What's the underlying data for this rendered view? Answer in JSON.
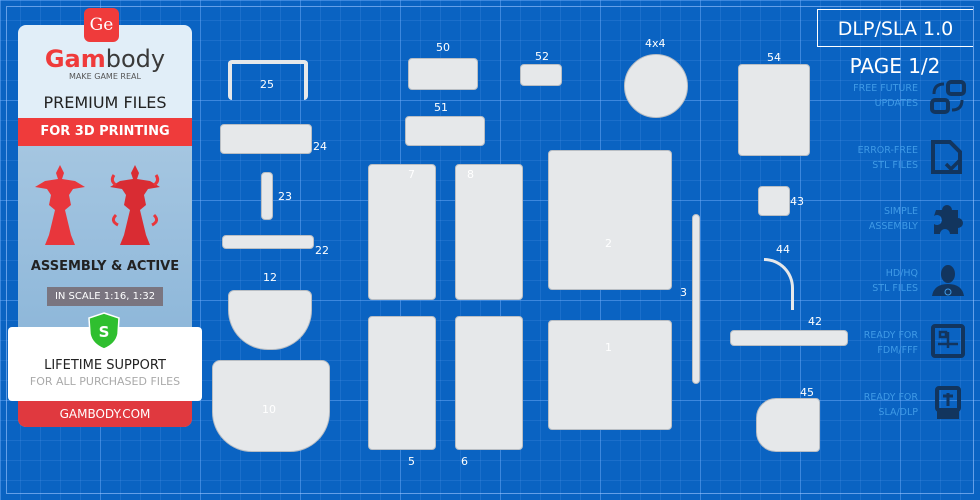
{
  "left_panel": {
    "logo_mark": "Ge",
    "brand_red": "Gam",
    "brand_dark": "body",
    "tagline": "MAKE GAME REAL",
    "premium": "PREMIUM FILES",
    "printing": "FOR 3D PRINTING",
    "assembly": "ASSEMBLY & ACTIVE",
    "scale": "IN SCALE 1:16, 1:32",
    "shield_letter": "S",
    "support_title": "LIFETIME SUPPORT",
    "support_sub": "FOR ALL PURCHASED FILES",
    "website": "GAMBODY.COM"
  },
  "header": {
    "version": "DLP/SLA 1.0",
    "page": "PAGE 1/2"
  },
  "features": [
    {
      "line1": "FREE FUTURE",
      "line2": "UPDATES",
      "icon": "update-icon"
    },
    {
      "line1": "ERROR-FREE",
      "line2": "STL FILES",
      "icon": "file-check-icon"
    },
    {
      "line1": "SIMPLE",
      "line2": "ASSEMBLY",
      "icon": "puzzle-icon"
    },
    {
      "line1": "HD/HQ",
      "line2": "STL FILES",
      "icon": "ironman-icon"
    },
    {
      "line1": "READY FOR",
      "line2": "FDM/FFF",
      "icon": "fdm-printer-icon"
    },
    {
      "line1": "READY FOR",
      "line2": "SLA/DLP",
      "icon": "sla-printer-icon"
    }
  ],
  "part_labels": [
    "25",
    "24",
    "23",
    "22",
    "12",
    "10",
    "50",
    "51",
    "52",
    "4x4",
    "54",
    "7",
    "8",
    "2",
    "3",
    "43",
    "44",
    "42",
    "1",
    "45",
    "5",
    "6"
  ],
  "colors": {
    "background": "#0a63c2",
    "accent_red": "#ef3b3b",
    "feature_text": "#3f9ae6"
  }
}
